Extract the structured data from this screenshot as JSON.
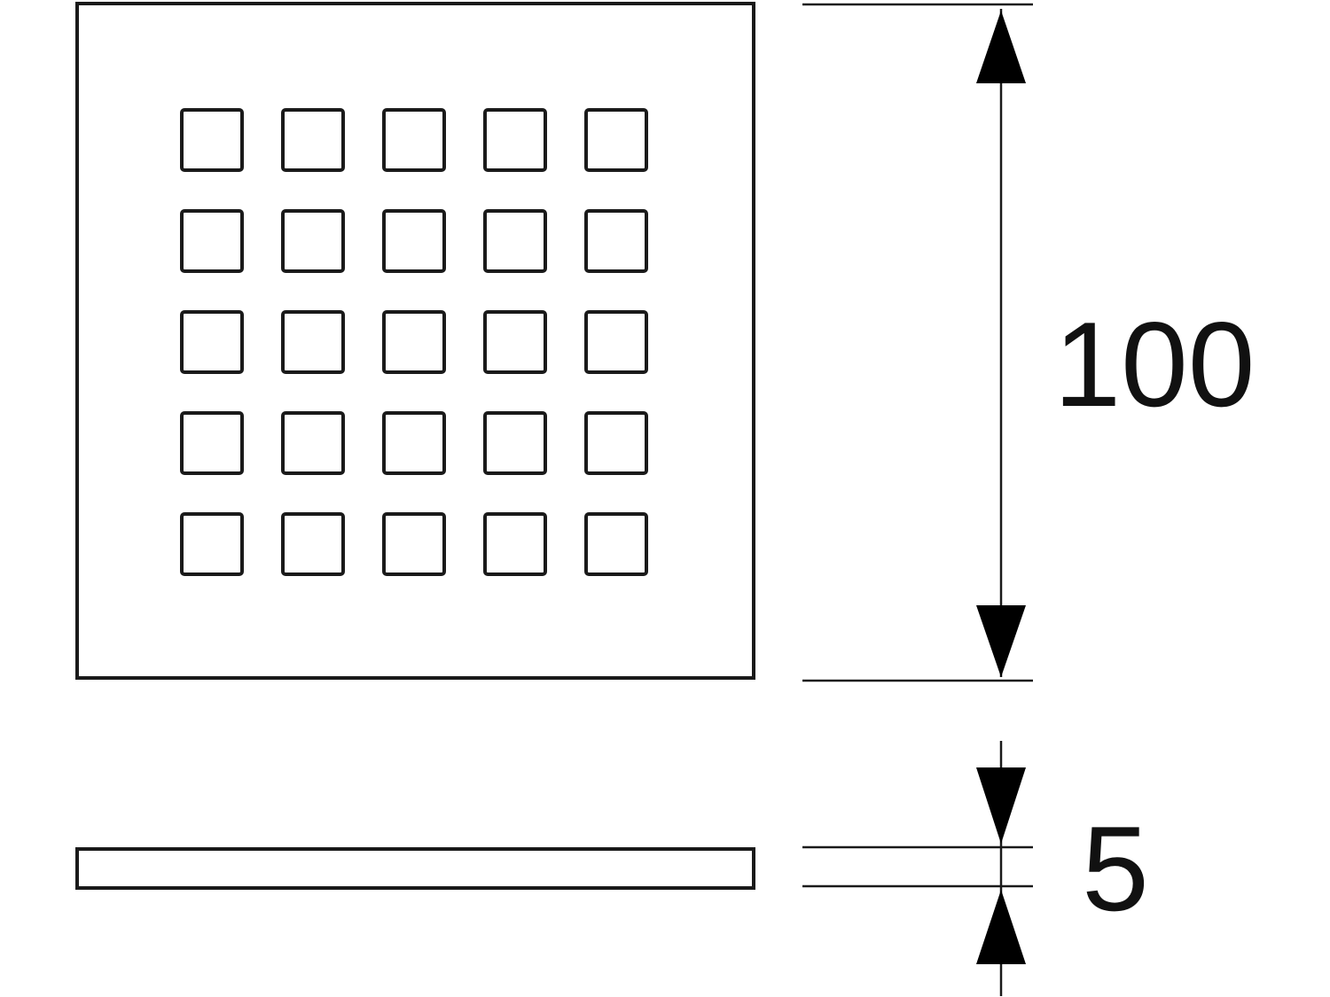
{
  "dimensions": {
    "width_label": "100",
    "thickness_label": "5"
  },
  "grate": {
    "hole_rows": 5,
    "hole_cols": 5
  },
  "colors": {
    "line": "#1a1a1a",
    "background": "#ffffff"
  }
}
